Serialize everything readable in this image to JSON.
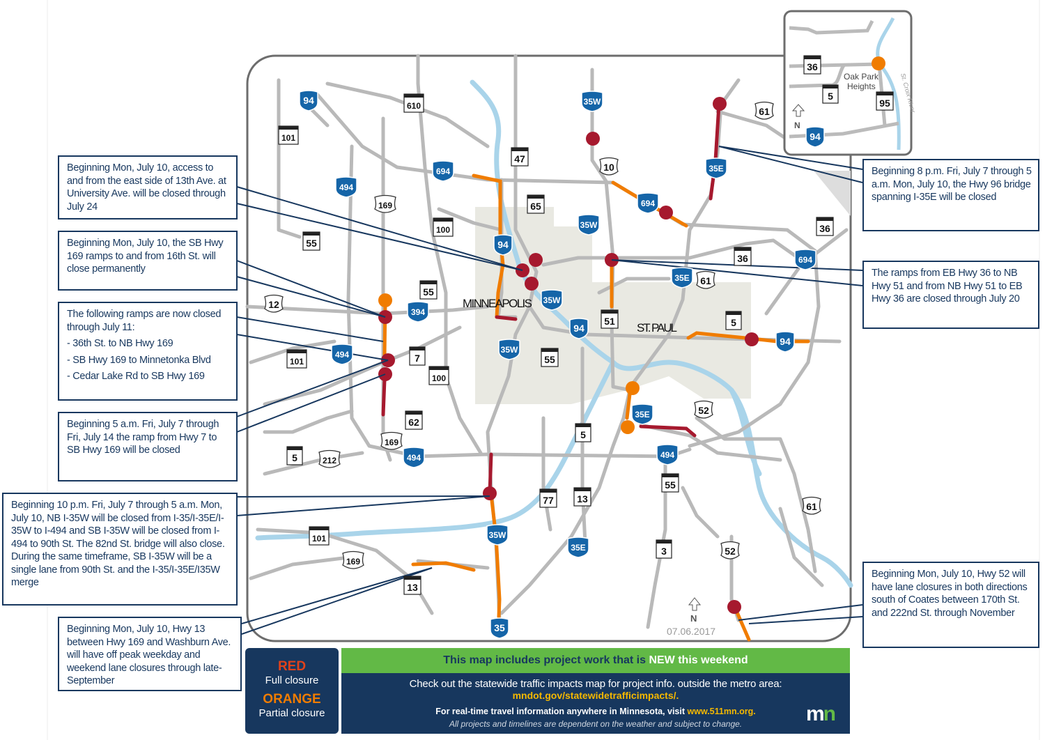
{
  "colors": {
    "full_closure": "#a6192e",
    "partial_closure": "#f07c00",
    "road": "#b9b9b9",
    "river": "#a9d4ea",
    "interstate": "#1565a8",
    "panel": "#17375e",
    "banner_green": "#62b946"
  },
  "map": {
    "city_labels": {
      "minneapolis": "MINNEAPOLIS",
      "st_paul": "ST. PAUL"
    },
    "date": "07.06.2017",
    "north_label": "N",
    "shields": [
      {
        "label": "94",
        "type": "interstate"
      },
      {
        "label": "35W",
        "type": "interstate"
      },
      {
        "label": "694",
        "type": "interstate"
      },
      {
        "label": "494",
        "type": "interstate"
      },
      {
        "label": "35E",
        "type": "interstate"
      },
      {
        "label": "694",
        "type": "interstate"
      },
      {
        "label": "35W",
        "type": "interstate"
      },
      {
        "label": "94",
        "type": "interstate"
      },
      {
        "label": "694",
        "type": "interstate"
      },
      {
        "label": "35E",
        "type": "interstate"
      },
      {
        "label": "394",
        "type": "interstate"
      },
      {
        "label": "35W",
        "type": "interstate"
      },
      {
        "label": "94",
        "type": "interstate"
      },
      {
        "label": "94",
        "type": "interstate"
      },
      {
        "label": "494",
        "type": "interstate"
      },
      {
        "label": "35W",
        "type": "interstate"
      },
      {
        "label": "35E",
        "type": "interstate"
      },
      {
        "label": "494",
        "type": "interstate"
      },
      {
        "label": "494",
        "type": "interstate"
      },
      {
        "label": "35W",
        "type": "interstate"
      },
      {
        "label": "35E",
        "type": "interstate"
      },
      {
        "label": "35",
        "type": "interstate"
      },
      {
        "label": "610",
        "type": "state"
      },
      {
        "label": "101",
        "type": "state"
      },
      {
        "label": "47",
        "type": "state"
      },
      {
        "label": "65",
        "type": "state"
      },
      {
        "label": "100",
        "type": "state"
      },
      {
        "label": "55",
        "type": "state"
      },
      {
        "label": "36",
        "type": "state"
      },
      {
        "label": "36",
        "type": "state"
      },
      {
        "label": "55",
        "type": "state"
      },
      {
        "label": "51",
        "type": "state"
      },
      {
        "label": "5",
        "type": "state"
      },
      {
        "label": "7",
        "type": "state"
      },
      {
        "label": "101",
        "type": "state"
      },
      {
        "label": "55",
        "type": "state"
      },
      {
        "label": "100",
        "type": "state"
      },
      {
        "label": "62",
        "type": "state"
      },
      {
        "label": "5",
        "type": "state"
      },
      {
        "label": "5",
        "type": "state"
      },
      {
        "label": "55",
        "type": "state"
      },
      {
        "label": "77",
        "type": "state"
      },
      {
        "label": "13",
        "type": "state"
      },
      {
        "label": "101",
        "type": "state"
      },
      {
        "label": "3",
        "type": "state"
      },
      {
        "label": "13",
        "type": "state"
      },
      {
        "label": "61",
        "type": "us"
      },
      {
        "label": "10",
        "type": "us"
      },
      {
        "label": "169",
        "type": "us"
      },
      {
        "label": "12",
        "type": "us"
      },
      {
        "label": "61",
        "type": "us"
      },
      {
        "label": "52",
        "type": "us"
      },
      {
        "label": "169",
        "type": "us"
      },
      {
        "label": "212",
        "type": "us"
      },
      {
        "label": "61",
        "type": "us"
      },
      {
        "label": "169",
        "type": "us"
      },
      {
        "label": "52",
        "type": "us"
      }
    ],
    "inset": {
      "town": [
        "Oak Park",
        "Heights"
      ],
      "river": "St. Croix River",
      "north_label": "N",
      "shields": [
        {
          "label": "36",
          "type": "state"
        },
        {
          "label": "5",
          "type": "state"
        },
        {
          "label": "95",
          "type": "state"
        },
        {
          "label": "94",
          "type": "interstate"
        }
      ]
    }
  },
  "callouts": [
    {
      "text": "Beginning Mon, July 10, access to and from the east side of 13th Ave. at University Ave. will be closed through July 24"
    },
    {
      "text": "Beginning Mon, July 10, the SB Hwy 169 ramps to and from 16th St. will close permanently"
    },
    {
      "text": "The following ramps are now closed through July 11:",
      "items": [
        "36th St. to NB Hwy 169",
        "SB Hwy 169 to Minnetonka Blvd",
        "Cedar Lake Rd to SB Hwy 169"
      ]
    },
    {
      "text": "Beginning 5 a.m. Fri, July 7 through Fri, July 14 the ramp from Hwy 7 to SB Hwy 169 will be closed"
    },
    {
      "text": "Beginning 10 p.m. Fri, July 7 through 5 a.m. Mon, July 10, NB I-35W will be closed from I-35/I-35E/I-35W to I-494 and SB I-35W will be closed from I-494 to 90th St. The 82nd St. bridge will also close. During the same timeframe, SB I-35W will be a single lane from 90th St. and the I-35/I-35E/I35W merge"
    },
    {
      "text": "Beginning Mon, July 10, Hwy 13 between Hwy 169 and Washburn Ave. will have off peak weekday and weekend lane closures through late-September"
    },
    {
      "text": "Beginning 8 p.m. Fri, July 7 through 5 a.m. Mon, July 10, the Hwy 96 bridge spanning I-35E will be closed"
    },
    {
      "text": "The ramps from EB Hwy 36 to NB Hwy 51 and from NB Hwy 51 to EB Hwy 36 are closed through July 20"
    },
    {
      "text": "Beginning Mon, July 10, Hwy 52 will have lane closures in both directions south of Coates between 170th St. and 222nd St. through November"
    }
  ],
  "legend": {
    "red": "RED",
    "red_desc": "Full closure",
    "orange": "ORANGE",
    "orange_desc": "Partial closure"
  },
  "banner": {
    "headline_pre": "This map includes project work that is ",
    "headline_new": "NEW this weekend",
    "line1": "Check out the statewide traffic impacts map for project info. outside the metro area:",
    "link1": "mndot.gov/statewidetrafficimpacts/.",
    "line3_pre": "For real-time travel information anywhere in Minnesota, visit ",
    "link2": "www.511mn.org.",
    "disclaimer": "All projects and timelines are dependent on the weather and subject to change.",
    "logo": "mn"
  }
}
